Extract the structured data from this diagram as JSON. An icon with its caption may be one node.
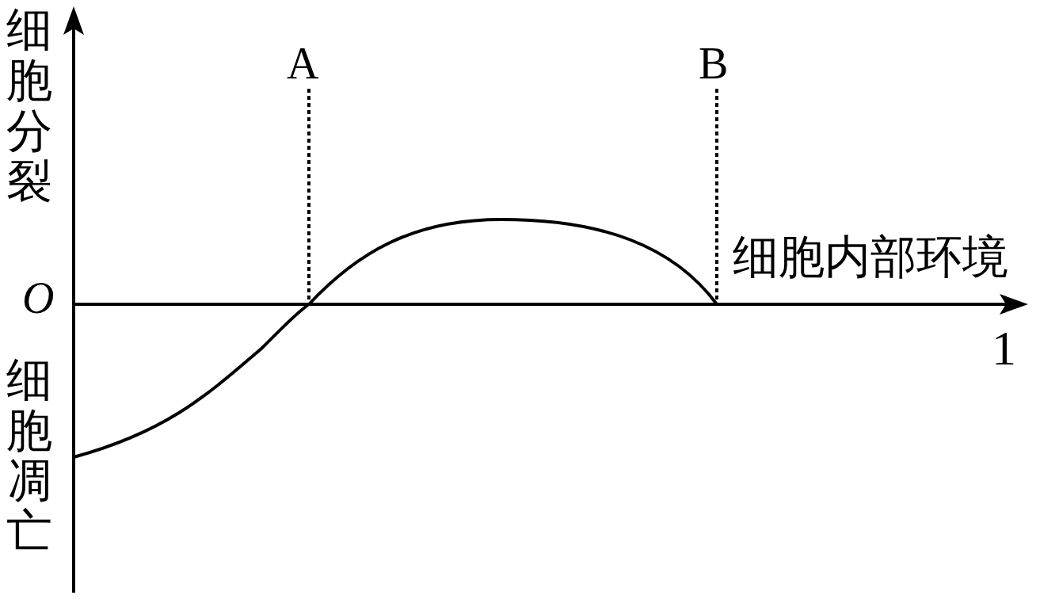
{
  "diagram": {
    "labels": [
      "细胞分裂",
      "O",
      "细胞凋亡",
      "A",
      "B",
      "细胞内部环境",
      "1"
    ]
  }
}
